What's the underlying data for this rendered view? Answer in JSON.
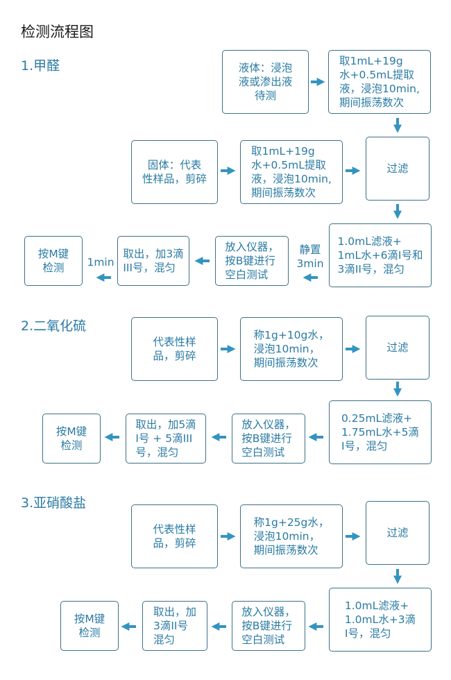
{
  "title": "检测流程图",
  "accent_color": "#3394c0",
  "box_border_color": "#3d6f86",
  "text_color": "#2a7aa3",
  "sections": [
    {
      "heading": "1.甲醛",
      "boxes": {
        "liquid": "液体：浸泡\n液或渗出液\n待测",
        "liquid_extract": "取1mL+19g\n水+0.5mL提取\n液，浸泡10min,\n期间振荡数次",
        "solid": "固体：代表\n性样品，剪碎",
        "solid_extract": "取1mL+19g\n水+0.5mL提取\n液，浸泡10min,\n期间振荡数次",
        "filter": "过滤",
        "mix": "1.0mL滤液+\n1mL水+6滴I号和\n3滴II号，混匀",
        "instrument": "放入仪器，\n按B键进行\n空白测试",
        "add": "取出，加3滴\nIII号，混匀",
        "detect": "按M键\n检测"
      },
      "labels": {
        "rest": "静置\n3min",
        "wait": "1min"
      }
    },
    {
      "heading": "2.二氧化硫",
      "boxes": {
        "sample": "代表性样\n品，剪碎",
        "weigh": "称1g+10g水，\n浸泡10min，\n期间振荡数次",
        "filter": "过滤",
        "mix": "0.25mL滤液+\n1.75mL水+5滴\nI号，混匀",
        "instrument": "放入仪器，\n按B键进行\n空白测试",
        "add": "取出，加5滴\nI号 + 5滴III\n号，混匀",
        "detect": "按M键\n检测"
      }
    },
    {
      "heading": "3.亚硝酸盐",
      "boxes": {
        "sample": "代表性样\n品，剪碎",
        "weigh": "称1g+25g水，\n浸泡10min，\n期间振荡数次",
        "filter": "过滤",
        "mix": "1.0mL滤液+\n1.0mL水+3滴\nI号，混匀",
        "instrument": "放入仪器，\n按B键进行\n空白测试",
        "add": "取出，加\n3滴II号\n混匀",
        "detect": "按M键\n检测"
      }
    }
  ]
}
